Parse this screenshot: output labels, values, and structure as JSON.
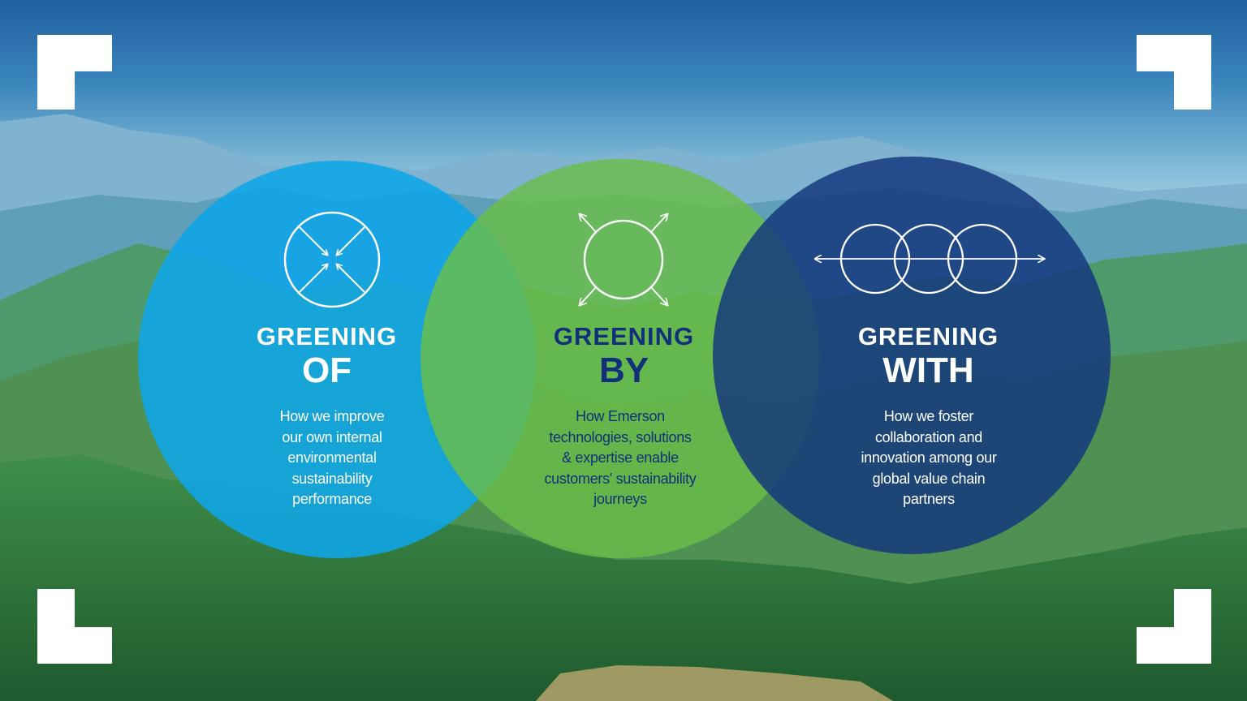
{
  "colors": {
    "circle_of": "#0fa5e8",
    "circle_by": "#6abe48",
    "circle_with": "#14377d",
    "title_by": "#12307a",
    "text_light": "#ffffff"
  },
  "circles": [
    {
      "icon": "arrows-inward-circle-icon",
      "title_line1": "GREENING",
      "title_line2": "OF",
      "description": [
        "How we improve",
        "our own internal",
        "environmental",
        "sustainability",
        "performance"
      ]
    },
    {
      "icon": "arrows-outward-circle-icon",
      "title_line1": "GREENING",
      "title_line2": "BY",
      "description": [
        "How Emerson",
        "technologies, solutions",
        "& expertise enable",
        "customers' sustainability",
        "journeys"
      ]
    },
    {
      "icon": "linked-circles-arrow-icon",
      "title_line1": "GREENING",
      "title_line2": "WITH",
      "description": [
        "How we foster",
        "collaboration and",
        "innovation among our",
        "global value chain",
        "partners"
      ]
    }
  ]
}
